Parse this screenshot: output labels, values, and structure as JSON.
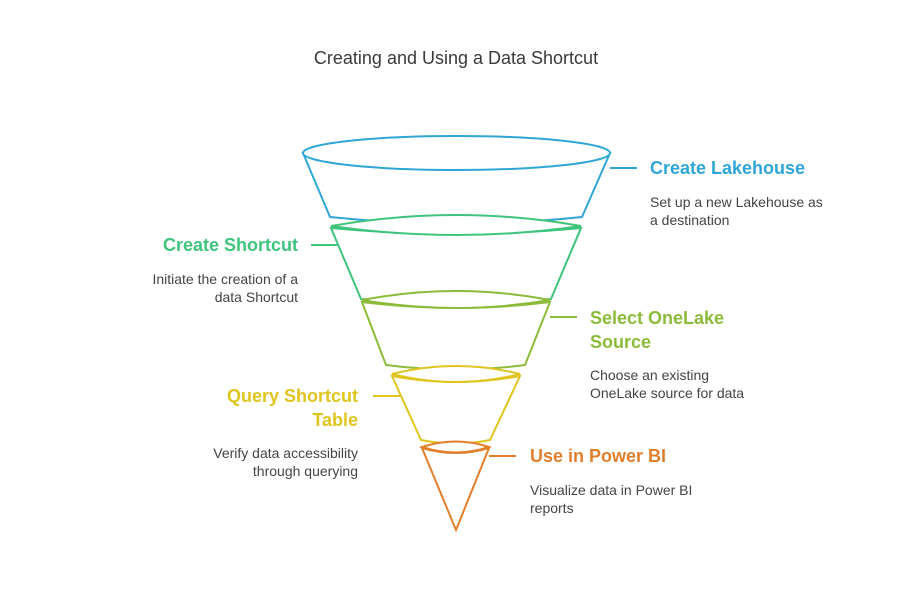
{
  "title": "Creating and Using a Data Shortcut",
  "colors": {
    "stage1": "#2fa6d5",
    "stage2": "#3fc47e",
    "stage3": "#8cbb3a",
    "stage4": "#e0c51f",
    "stage5": "#e07f2c"
  },
  "stages": [
    {
      "title": [
        "Create Lakehouse"
      ],
      "description": [
        "Set up a new Lakehouse as",
        "a destination"
      ]
    },
    {
      "title": [
        "Create Shortcut"
      ],
      "description": [
        "Initiate the creation of a",
        "data Shortcut"
      ]
    },
    {
      "title": [
        "Select OneLake",
        "Source"
      ],
      "description": [
        "Choose an existing",
        "OneLake source for data"
      ]
    },
    {
      "title": [
        "Query Shortcut",
        "Table"
      ],
      "description": [
        "Verify data accessibility",
        "through querying"
      ]
    },
    {
      "title": [
        "Use in Power BI"
      ],
      "description": [
        "Visualize data in Power BI",
        "reports"
      ]
    }
  ]
}
